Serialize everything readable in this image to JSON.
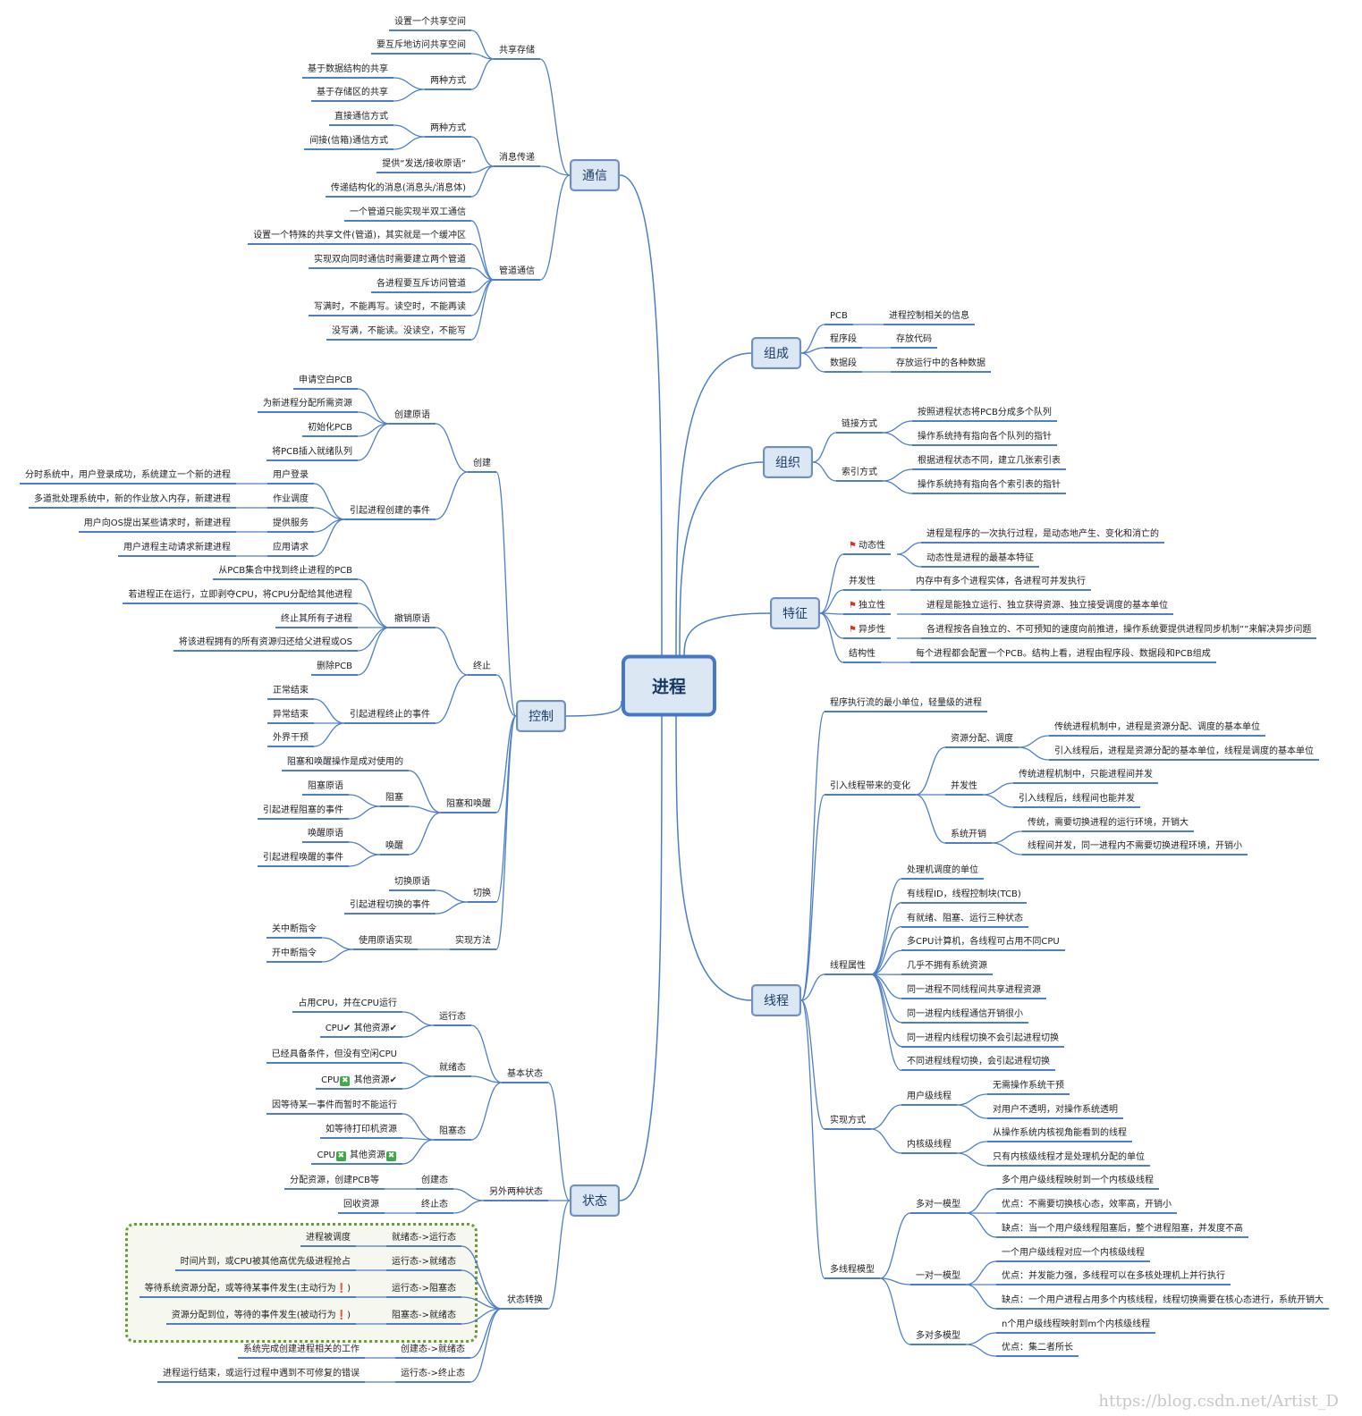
{
  "watermark": "https://blog.csdn.net/Artist_D",
  "root": "进程",
  "branches": {
    "comm": "通信",
    "control": "控制",
    "state": "状态",
    "compose": "组成",
    "organize": "组织",
    "feature": "特征",
    "thread": "线程"
  },
  "texts": {
    "c1": "共享存储",
    "c1a": "设置一个共享空间",
    "c1b": "要互斥地访问共享空间",
    "c1c": "两种方式",
    "c1c1": "基于数据结构的共享",
    "c1c2": "基于存储区的共享",
    "c2": "消息传递",
    "c2a": "两种方式",
    "c2a1": "直接通信方式",
    "c2a2": "间接(信箱)通信方式",
    "c2b": "提供“发送/接收原语”",
    "c2c": "传递结构化的消息(消息头/消息体)",
    "c3": "管道通信",
    "c3a": "一个管道只能实现半双工通信",
    "c3b": "设置一个特殊的共享文件(管道)，其实就是一个缓冲区",
    "c3c": "实现双向同时通信时需要建立两个管道",
    "c3d": "各进程要互斥访问管道",
    "c3e": "写满时，不能再写。读空时，不能再读",
    "c3f": "没写满，不能读。没读空，不能写",
    "k1": "创建",
    "k1a": "创建原语",
    "k1a1": "申请空白PCB",
    "k1a2": "为新进程分配所需资源",
    "k1a3": "初始化PCB",
    "k1a4": "将PCB插入就绪队列",
    "k1b": "引起进程创建的事件",
    "k1b1": "用户登录",
    "k1b1t": "分时系统中，用户登录成功，系统建立一个新的进程",
    "k1b2": "作业调度",
    "k1b2t": "多道批处理系统中，新的作业放入内存，新建进程",
    "k1b3": "提供服务",
    "k1b3t": "用户向OS提出某些请求时，新建进程",
    "k1b4": "应用请求",
    "k1b4t": "用户进程主动请求新建进程",
    "k2": "终止",
    "k2a": "撤销原语",
    "k2a1": "从PCB集合中找到终止进程的PCB",
    "k2a2": "若进程正在运行，立即剥夺CPU，将CPU分配给其他进程",
    "k2a3": "终止其所有子进程",
    "k2a4": "将该进程拥有的所有资源归还给父进程或OS",
    "k2a5": "删除PCB",
    "k2b": "引起进程终止的事件",
    "k2b1": "正常结束",
    "k2b2": "异常结束",
    "k2b3": "外界干预",
    "k3": "阻塞和唤醒",
    "k3a": "阻塞和唤醒操作是成对使用的",
    "k3b": "阻塞",
    "k3b1": "阻塞原语",
    "k3b2": "引起进程阻塞的事件",
    "k3c": "唤醒",
    "k3c1": "唤醒原语",
    "k3c2": "引起进程唤醒的事件",
    "k4": "切换",
    "k4a": "切换原语",
    "k4b": "引起进程切换的事件",
    "k5": "实现方法",
    "k5a": "使用原语实现",
    "k5a1": "关中断指令",
    "k5a2": "开中断指令",
    "s1": "基本状态",
    "s1a": "运行态",
    "s1a1": "占用CPU，并在CPU运行",
    "s1b": "就绪态",
    "s1b1": "已经具备条件，但没有空闲CPU",
    "s1c": "阻塞态",
    "s1c1": "因等待某一事件而暂时不能运行",
    "s1c2": "如等待打印机资源",
    "cpu": "CPU",
    "other": "其他资源",
    "s2": "另外两种状态",
    "s2a": "创建态",
    "s2a1": "分配资源，创建PCB等",
    "s2b": "终止态",
    "s2b1": "回收资源",
    "s3": "状态转换",
    "t1": "就绪态->运行态",
    "t1a": "进程被调度",
    "t2": "运行态->就绪态",
    "t2a": "时间片到，或CPU被其他高优先级进程抢占",
    "t3": "运行态->阻塞态",
    "t3a": "等待系统资源分配，或等待某事件发生(主动行为",
    "t4": "阻塞态->就绪态",
    "t4a": "资源分配到位，等待的事件发生(被动行为",
    "t5": "创建态->就绪态",
    "t5a": "系统完成创建进程相关的工作",
    "t6": "运行态->终止态",
    "t6a": "进程运行结束，或运行过程中遇到不可修复的错误",
    "g1": "PCB",
    "g1a": "进程控制相关的信息",
    "g2": "程序段",
    "g2a": "存放代码",
    "g3": "数据段",
    "g3a": "存放运行中的各种数据",
    "o1": "链接方式",
    "o1a": "按照进程状态将PCB分成多个队列",
    "o1b": "操作系统持有指向各个队列的指针",
    "o2": "索引方式",
    "o2a": "根据进程状态不同，建立几张索引表",
    "o2b": "操作系统持有指向各个索引表的指针",
    "f1": "动态性",
    "f1a": "进程是程序的一次执行过程，是动态地产生、变化和消亡的",
    "f1b": "动态性是进程的最基本特征",
    "f2": "并发性",
    "f2a": "内存中有多个进程实体，各进程可并发执行",
    "f3": "独立性",
    "f3a": "进程是能独立运行、独立获得资源、独立接受调度的基本单位",
    "f4": "异步性",
    "f4a": "各进程按各自独立的、不可预知的速度向前推进，操作系统要提供进程同步机制””来解决异步问题",
    "f5": "结构性",
    "f5a": "每个进程都会配置一个PCB。结构上看，进程由程序段、数据段和PCB组成",
    "h1": "程序执行流的最小单位，轻量级的进程",
    "h2": "引入线程带来的变化",
    "h2a": "资源分配、调度",
    "h2a1": "传统进程机制中，进程是资源分配、调度的基本单位",
    "h2a2": "引入线程后，进程是资源分配的基本单位，线程是调度的基本单位",
    "h2b": "并发性",
    "h2b1": "传统进程机制中，只能进程间并发",
    "h2b2": "引入线程后，线程间也能并发",
    "h2c": "系统开销",
    "h2c1": "传统，需要切换进程的运行环境，开销大",
    "h2c2": "线程间并发，同一进程内不需要切换进程环境，开销小",
    "h3": "线程属性",
    "h3a": "处理机调度的单位",
    "h3b": "有线程ID，线程控制块(TCB)",
    "h3c": "有就绪、阻塞、运行三种状态",
    "h3d": "多CPU计算机，各线程可占用不同CPU",
    "h3e": "几乎不拥有系统资源",
    "h3f": "同一进程不同线程间共享进程资源",
    "h3g": "同一进程内线程通信开销很小",
    "h3h": "同一进程内线程切换不会引起进程切换",
    "h3i": "不同进程线程切换，会引起进程切换",
    "h4": "实现方式",
    "h4a": "用户级线程",
    "h4a1": "无需操作系统干预",
    "h4a2": "对用户不透明，对操作系统透明",
    "h4b": "内核级线程",
    "h4b1": "从操作系统内核视角能看到的线程",
    "h4b2": "只有内核级线程才是处理机分配的单位",
    "h5": "多线程模型",
    "h5a": "多对一模型",
    "h5a1": "多个用户级线程映射到一个内核级线程",
    "h5a2": "优点：不需要切换核心态，效率高，开销小",
    "h5a3": "缺点：当一个用户级线程阻塞后，整个进程阻塞，并发度不高",
    "h5b": "一对一模型",
    "h5b1": "一个用户级线程对应一个内核级线程",
    "h5b2": "优点：并发能力强，多线程可以在多核处理机上并行执行",
    "h5b3": "缺点：一个用户进程占用多个内核线程，线程切换需要在核心态进行，系统开销大",
    "h5c": "多对多模型",
    "h5c1": "n个用户级线程映射到m个内核级线程",
    "h5c2": "优点：集二者所长"
  },
  "icons": {
    "flag": "red-flag-icon",
    "check": "check-icon",
    "cross": "cross-icon",
    "exclaim": "exclamation-icon"
  },
  "colors": {
    "line": "#4d7fc7",
    "box": "#dce7f4",
    "dash": "#6a9c3a"
  }
}
